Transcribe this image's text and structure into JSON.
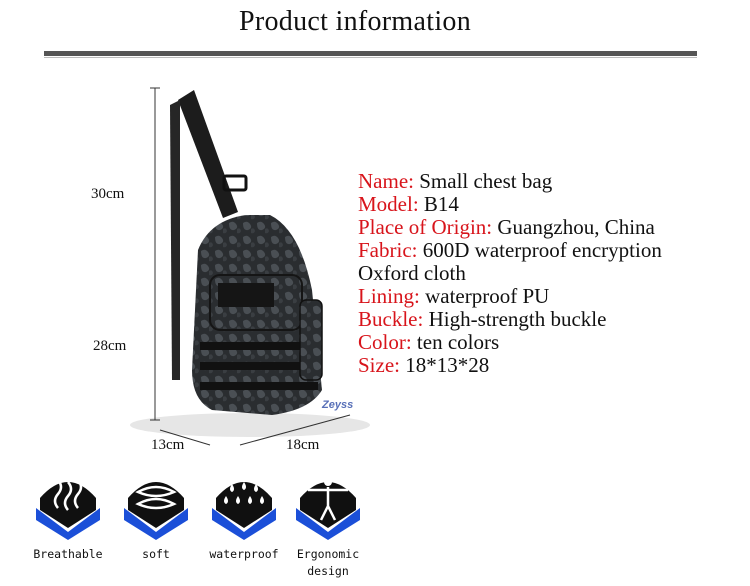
{
  "header": {
    "title": "Product information"
  },
  "dimensions": {
    "strap_height": "30cm",
    "body_height": "28cm",
    "depth": "13cm",
    "width": "18cm"
  },
  "watermark": "Zeyss",
  "specs": [
    {
      "key": "Name:",
      "value": "Small chest bag"
    },
    {
      "key": "Model:",
      "value": "B14"
    },
    {
      "key": "Place of Origin:",
      "value": "Guangzhou, China"
    },
    {
      "key": "Fabric:",
      "value": "600D waterproof encryption",
      "continuation": "Oxford cloth"
    },
    {
      "key": "Lining:",
      "value": "waterproof PU"
    },
    {
      "key": "Buckle:",
      "value": "High-strength buckle"
    },
    {
      "key": "Color:",
      "value": "ten colors"
    },
    {
      "key": "Size:",
      "value": "18*13*28"
    }
  ],
  "features": [
    {
      "label": "Breathable",
      "icon": "breathable-icon"
    },
    {
      "label": "soft",
      "icon": "soft-icon"
    },
    {
      "label": "waterproof",
      "icon": "waterproof-icon"
    },
    {
      "label": "Ergonomic design",
      "icon": "ergonomic-icon"
    }
  ],
  "colors": {
    "key_text": "#d8141b",
    "icon_blue": "#1b4fd8",
    "icon_dark": "#101010"
  }
}
